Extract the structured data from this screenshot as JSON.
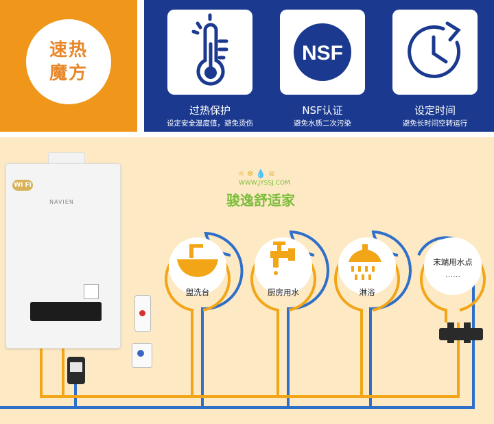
{
  "badge": {
    "line1": "速热",
    "line2": "魔方"
  },
  "features": [
    {
      "title": "过热保护",
      "subtitle": "设定安全温度值，避免烫伤",
      "icon": "thermometer-icon"
    },
    {
      "title": "NSF认证",
      "subtitle": "避免水质二次污染",
      "icon": "nsf-logo",
      "logo_text": "NSF"
    },
    {
      "title": "设定时间",
      "subtitle": "避免长时间空转运行",
      "icon": "clock-icon"
    }
  ],
  "heater": {
    "wifi": "Wi Fi",
    "brand": "NAVIEN"
  },
  "outlets": [
    {
      "label": "盥洗台",
      "icon": "washbasin-icon"
    },
    {
      "label": "厨房用水",
      "icon": "faucet-icon"
    },
    {
      "label": "淋浴",
      "icon": "shower-icon"
    },
    {
      "label": "末端用水点",
      "extra": "……"
    }
  ],
  "watermark": {
    "url": "WWW.JYSSJ.COM",
    "name": "骏逸舒适家",
    "symbols": "☼❄💧≋"
  },
  "colors": {
    "orange": "#f0961a",
    "navy": "#1b3a8f",
    "hot_pipe": "#f2a516",
    "cold_pipe": "#2f6fc9",
    "background": "#fde9c4"
  }
}
